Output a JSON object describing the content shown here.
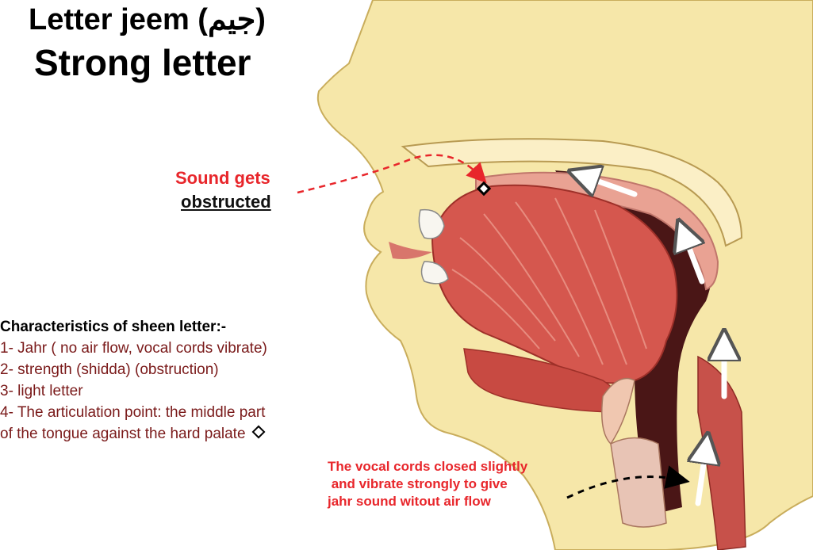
{
  "title": "Letter jeem (جيم)",
  "subtitle": "Strong letter",
  "callout": {
    "line1": "Sound gets",
    "line2": "obstructed"
  },
  "characteristics": {
    "heading": "Characteristics of sheen letter:-",
    "items": [
      "1- Jahr ( no air flow, vocal cords vibrate)",
      "2- strength (shidda) (obstruction)",
      "3- light letter",
      "4- The articulation point: the middle part",
      "of the tongue against the hard palate"
    ]
  },
  "vocal_note": {
    "lines": [
      "The vocal cords closed slightly",
      " and vibrate strongly to give",
      "jahr sound witout air flow"
    ]
  },
  "colors": {
    "skin": "#f6e7a9",
    "skin_outline": "#c9ad5c",
    "muscle": "#d5574e",
    "muscle_light": "#ec9a8c",
    "cavity": "#4a1616",
    "callout_red": "#e8262b",
    "note_text": "#7a1a1a"
  }
}
